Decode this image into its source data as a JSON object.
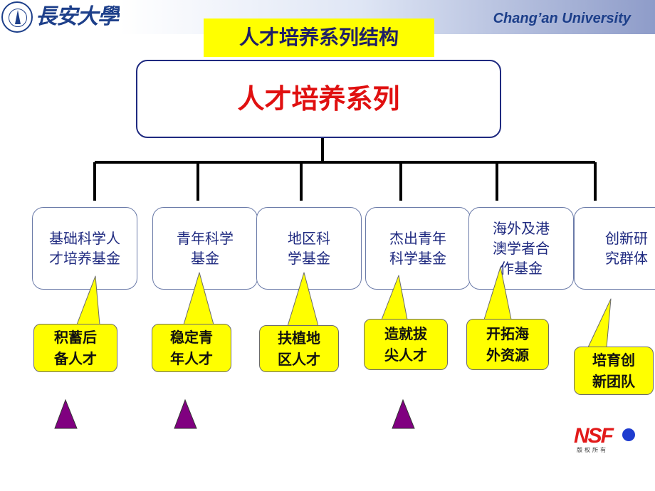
{
  "header": {
    "logo_text": "長安大學",
    "university_name": "Chang’an  University"
  },
  "title": "人才培养系列结构",
  "root": "人才培养系列",
  "programs": [
    {
      "name": "基础科学人\n才培养基金",
      "goal": "积蓄后\n备人才"
    },
    {
      "name": "青年科学\n基金",
      "goal": "稳定青\n年人才"
    },
    {
      "name": "地区科\n学基金",
      "goal": "扶植地\n区人才"
    },
    {
      "name": "杰出青年\n科学基金",
      "goal": "造就拔\n尖人才"
    },
    {
      "name": "海外及港\n澳学者合\n作基金",
      "goal": "开拓海\n外资源"
    },
    {
      "name": "创新研\n究群体",
      "goal": "培育创\n新团队"
    }
  ],
  "markers": {
    "count": 3,
    "color": "#800080"
  },
  "footer_logo": {
    "text": "NSF",
    "subtext": "版权所有"
  },
  "colors": {
    "title_bg": "#ffff00",
    "root_text": "#e01010",
    "child_text": "#1f2a80",
    "callout_bg": "#ffff00",
    "connector": "#000000"
  }
}
